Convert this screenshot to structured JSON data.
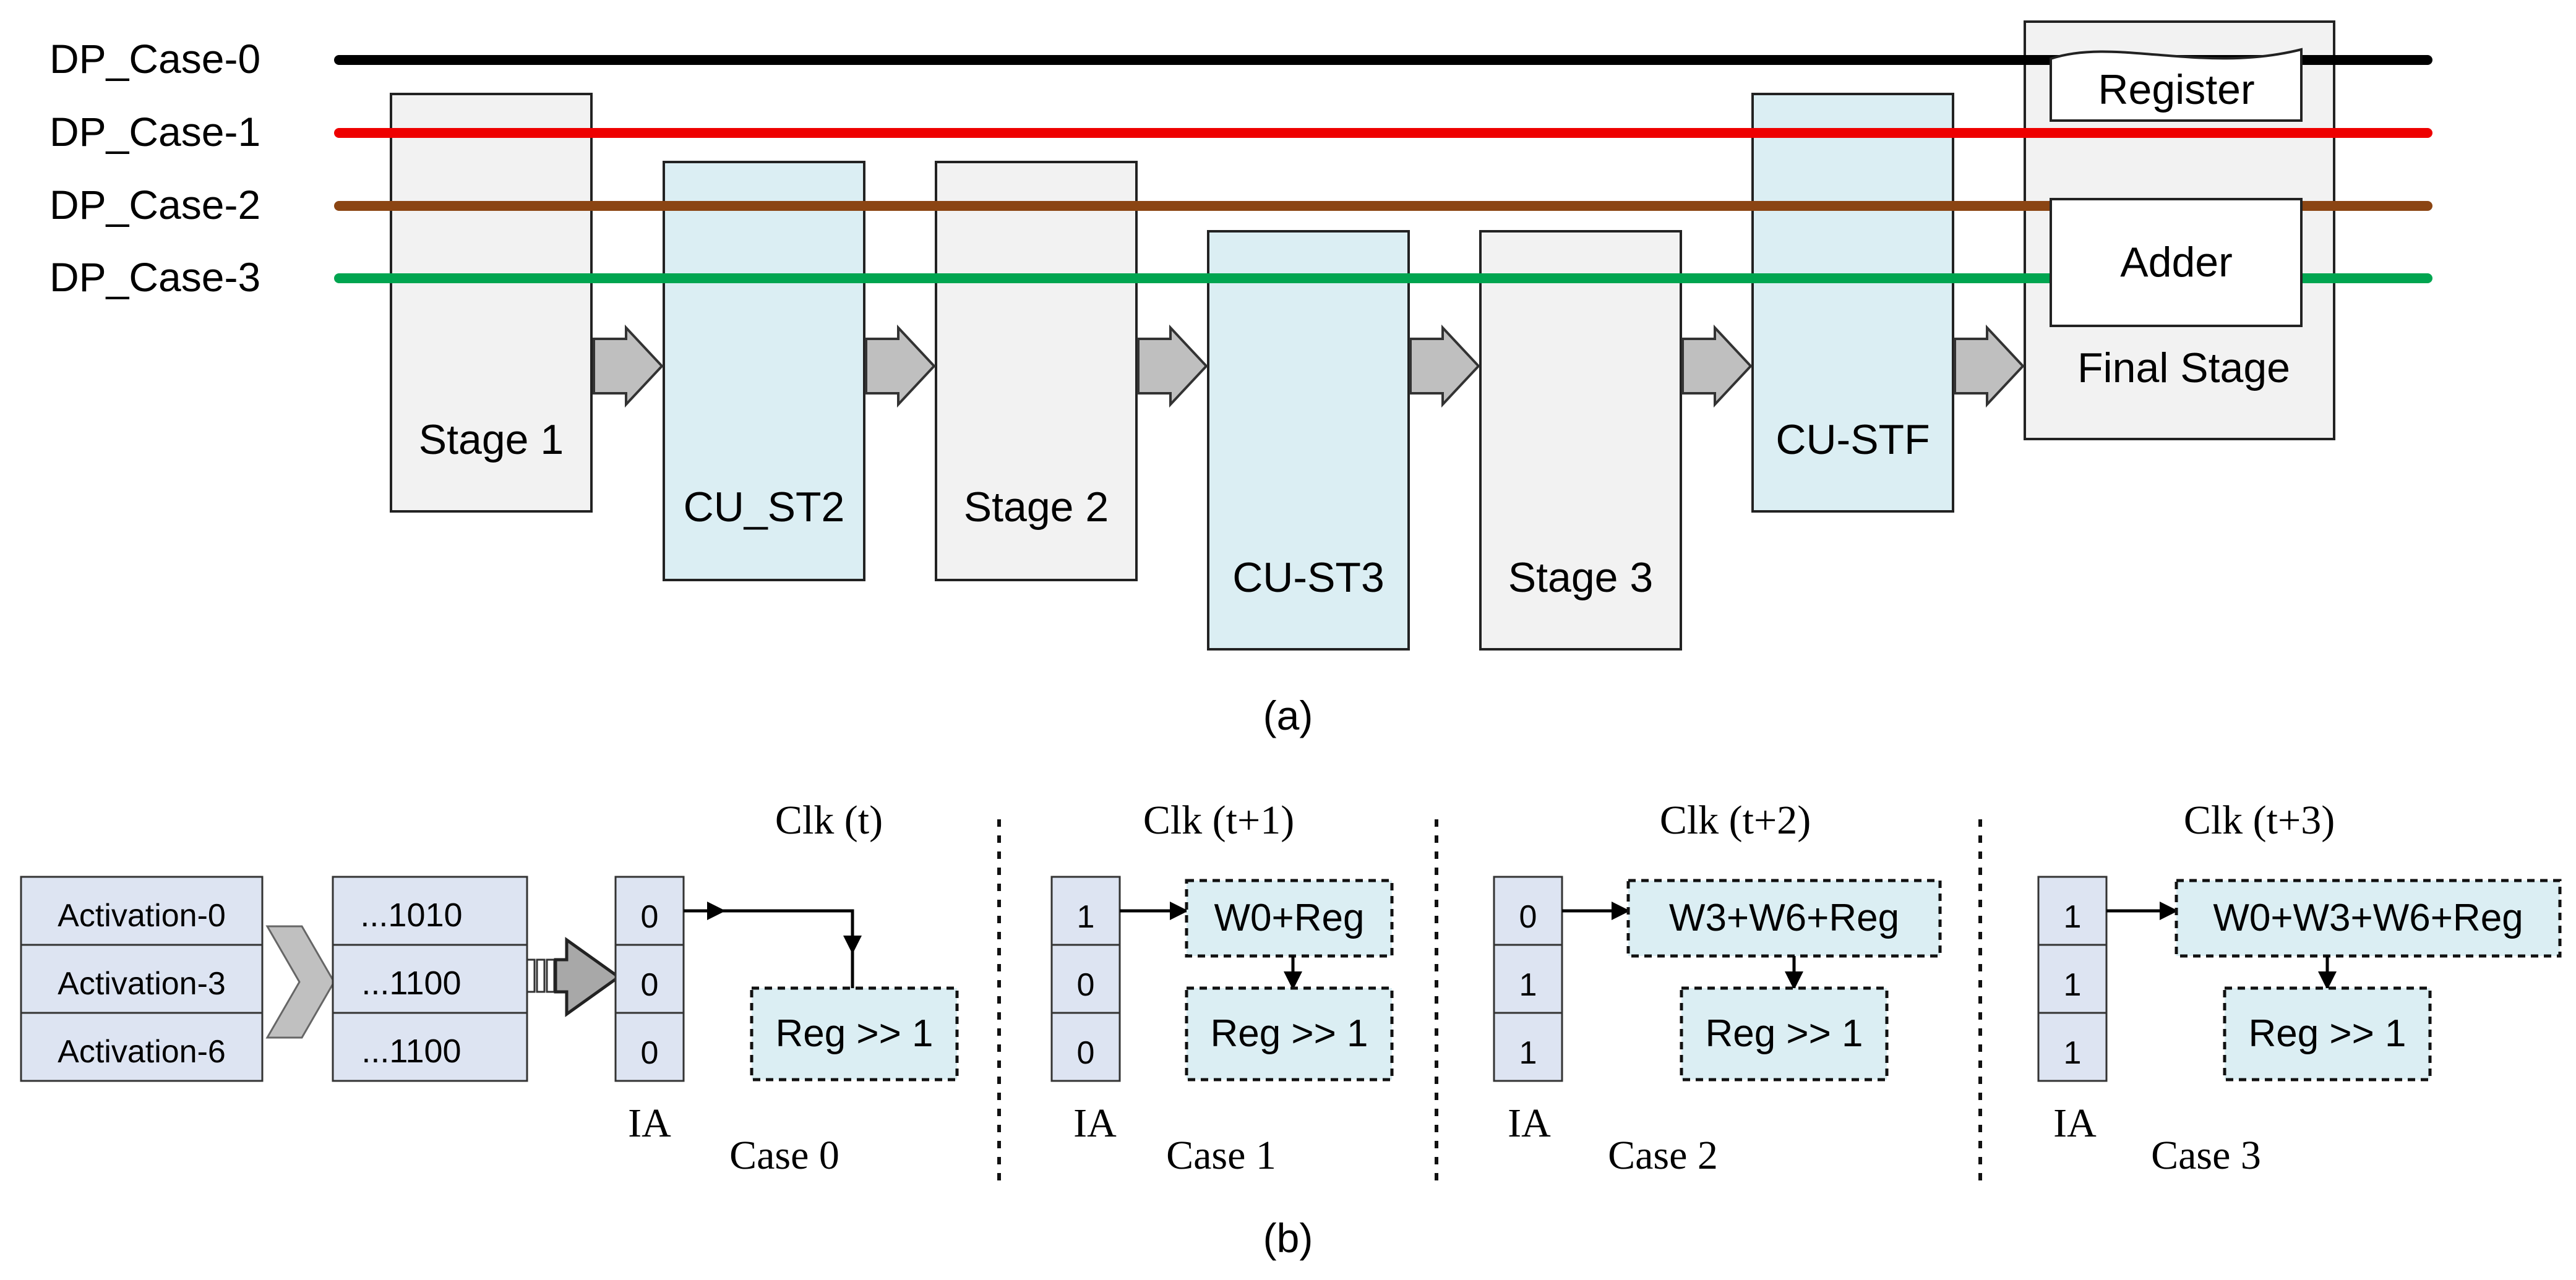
{
  "part_a": {
    "dp_lines": [
      {
        "label": "DP_Case-0",
        "color": "#000000"
      },
      {
        "label": "DP_Case-1",
        "color": "#ee0000"
      },
      {
        "label": "DP_Case-2",
        "color": "#8b4513"
      },
      {
        "label": "DP_Case-3",
        "color": "#00a550"
      }
    ],
    "stages": {
      "stage1": "Stage 1",
      "cu_st2": "CU_ST2",
      "stage2": "Stage 2",
      "cu_st3": "CU-ST3",
      "stage3": "Stage 3",
      "cu_stf": "CU-STF",
      "final_register": "Register",
      "final_adder": "Adder",
      "final_stage": "Final Stage"
    },
    "caption": "(a)"
  },
  "part_b": {
    "activations": [
      "Activation-0",
      "Activation-3",
      "Activation-6"
    ],
    "bitstreams": [
      "...1010",
      "...1100",
      "...1100"
    ],
    "ia_label": "IA",
    "clocks": [
      {
        "clk": "Clk (t)",
        "case": "Case 0",
        "ia": [
          "0",
          "0",
          "0"
        ],
        "op": "",
        "shift": "Reg >> 1"
      },
      {
        "clk": "Clk (t+1)",
        "case": "Case 1",
        "ia": [
          "1",
          "0",
          "0"
        ],
        "op": "W0+Reg",
        "shift": "Reg >> 1"
      },
      {
        "clk": "Clk (t+2)",
        "case": "Case 2",
        "ia": [
          "0",
          "1",
          "1"
        ],
        "op": "W3+W6+Reg",
        "shift": "Reg >> 1"
      },
      {
        "clk": "Clk (t+3)",
        "case": "Case 3",
        "ia": [
          "1",
          "1",
          "1"
        ],
        "op": "W0+W3+W6+Reg",
        "shift": "Reg >> 1"
      }
    ],
    "caption": "(b)"
  },
  "colors": {
    "grey_stage": "#f2f2f2",
    "cu_stage": "#dbeef3",
    "activation_cell": "#dde4f2",
    "arrow_fill": "#bfbfbf"
  }
}
